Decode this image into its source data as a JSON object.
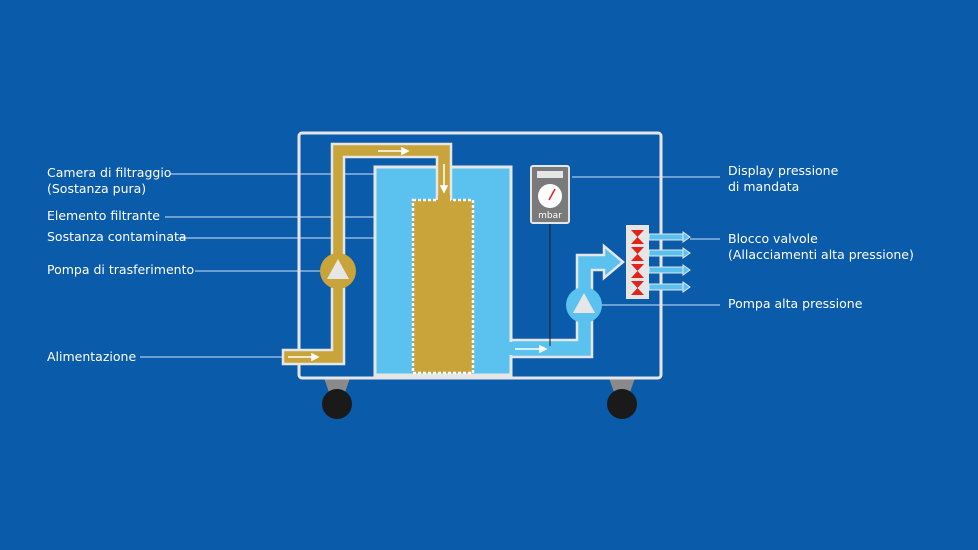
{
  "labels_left": [
    {
      "line1": "Camera di filtraggio",
      "line2": "(Sostanza pura)"
    },
    {
      "line1": "Elemento filtrante"
    },
    {
      "line1": "Sostanza contaminata"
    },
    {
      "line1": "Pompa di trasferimento"
    },
    {
      "line1": "Alimentazione"
    }
  ],
  "labels_right": [
    {
      "line1": "Display pressione",
      "line2": "di mandata"
    },
    {
      "line1": "Blocco valvole",
      "line2": "(Allacciamenti alta pressione)"
    },
    {
      "line1": "Pompa alta pressione"
    }
  ],
  "gauge_unit": "mbar",
  "colors": {
    "background": "#0b5bab",
    "gold": "#c9a43a",
    "light_blue": "#5bc2ef",
    "valve_red": "#e2231a"
  }
}
